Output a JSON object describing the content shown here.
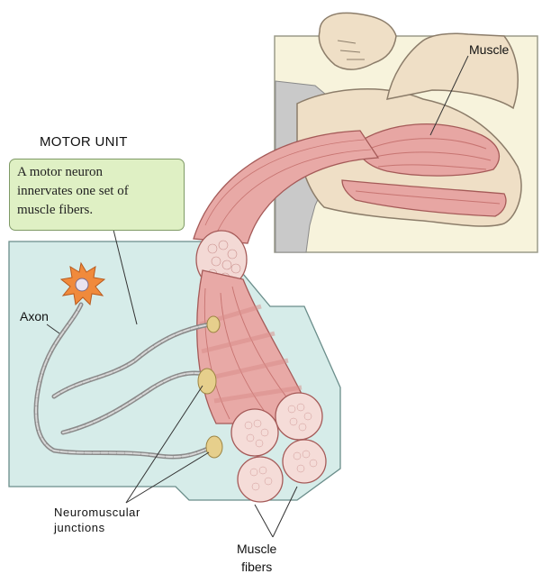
{
  "title": "MOTOR UNIT",
  "callout": {
    "lines": [
      "A motor neuron",
      "innervates one set of",
      "muscle fibers."
    ]
  },
  "labels": {
    "muscle": "Muscle",
    "axon": "Axon",
    "neuromuscular_junctions": [
      "Neuromuscular",
      "junctions"
    ],
    "muscle_fibers": [
      "Muscle",
      "fibers"
    ]
  },
  "colors": {
    "panel_bg": "#f7f3dc",
    "motor_unit_bg": "#d6ece9",
    "callout_bg": "#dff0c4",
    "muscle_red": "#e7a6a3",
    "skin": "#efdfc6",
    "neuron_orange": "#f08a3c"
  }
}
